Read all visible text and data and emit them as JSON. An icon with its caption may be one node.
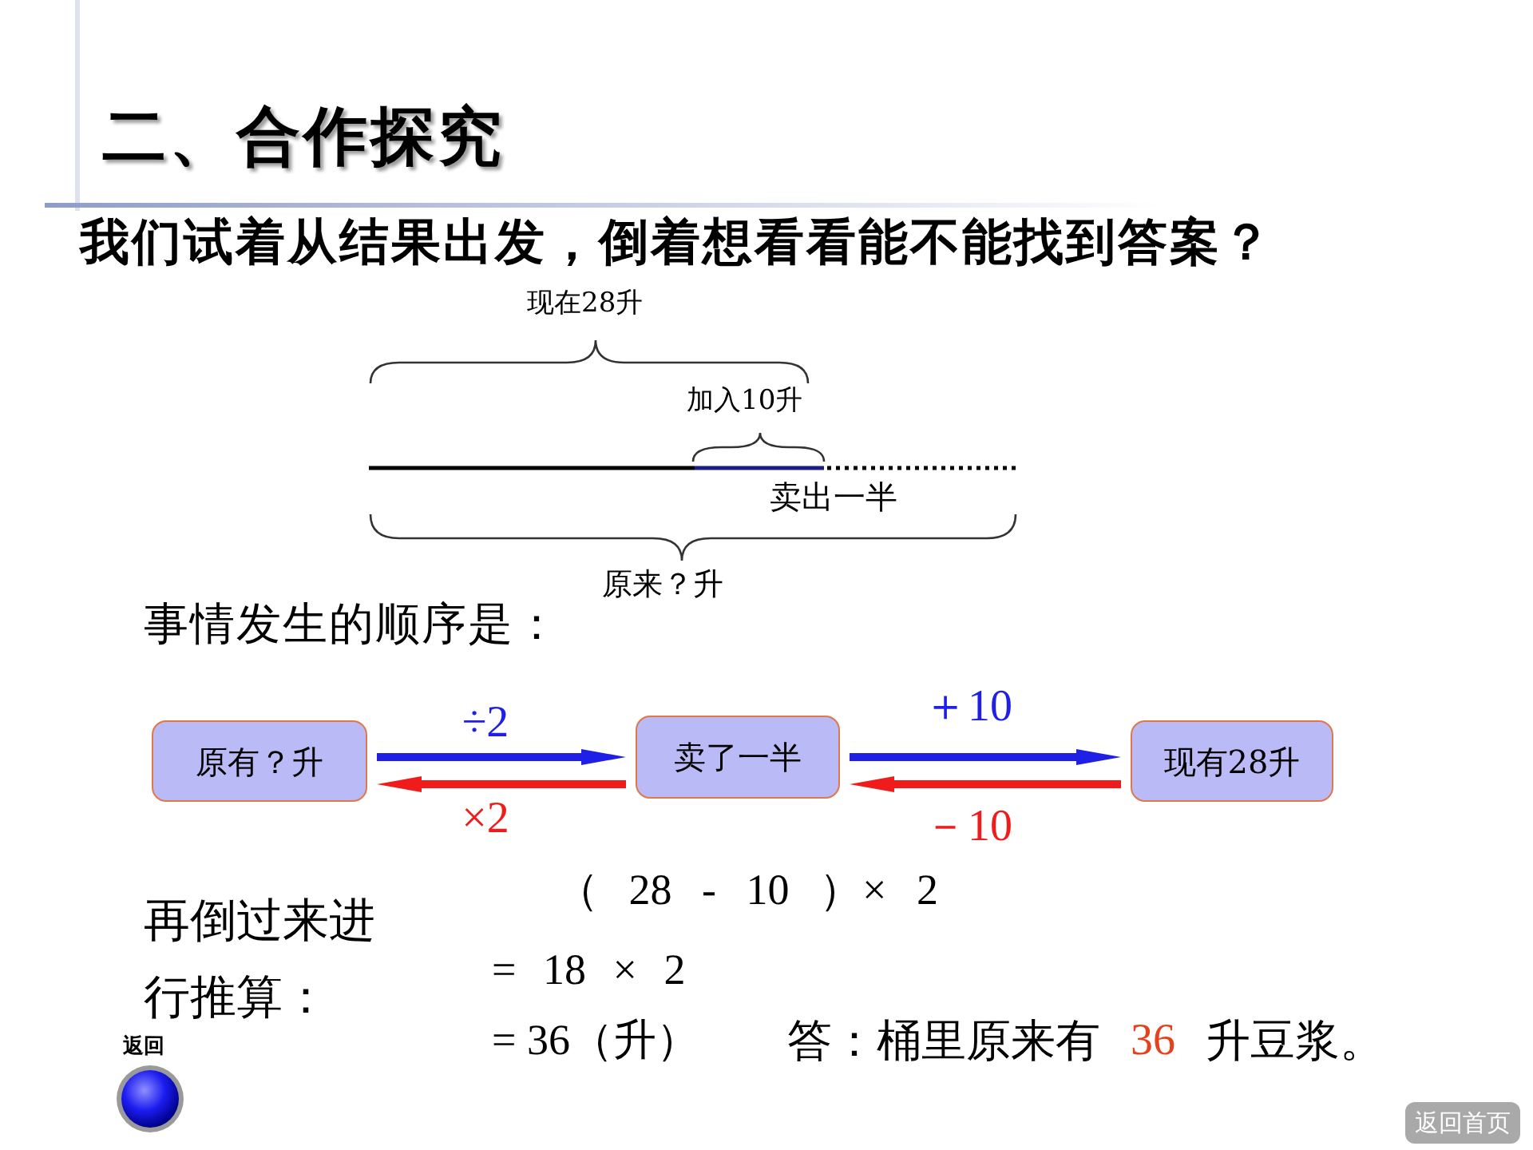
{
  "diagram": {
    "title": "二、合作探究",
    "nodes": [
      {
        "text": [
          "原有？升"
        ]
      },
      {
        "text": [
          "卖了一半"
        ]
      },
      {
        "text": [
          "现有28升"
        ]
      }
    ],
    "edges": [
      {
        "from": 0,
        "to": 1,
        "arrow": "to",
        "label": "÷2",
        "color": "#1f1fe6"
      },
      {
        "from": 1,
        "to": 0,
        "arrow": "to",
        "label": "×2",
        "color": "#f01c1c"
      },
      {
        "from": 1,
        "to": 2,
        "arrow": "to",
        "label": "＋10",
        "color": "#1f1fe6"
      },
      {
        "from": 2,
        "to": 1,
        "arrow": "to",
        "label": "－10",
        "color": "#f01c1c"
      }
    ],
    "labels": [
      "我们试着从结果出发，倒着想看看能不能找到答案？",
      "现在28升",
      "加入10升",
      "卖出一半",
      "原来？升",
      "事情发生的顺序是：",
      "再倒过来进行推算：",
      "（ 28 - 10 ）× 2",
      "= 18 × 2",
      "= 36（升）",
      "答：桶里原来有",
      "36",
      "升豆浆。",
      "返回",
      "返回首页"
    ]
  }
}
